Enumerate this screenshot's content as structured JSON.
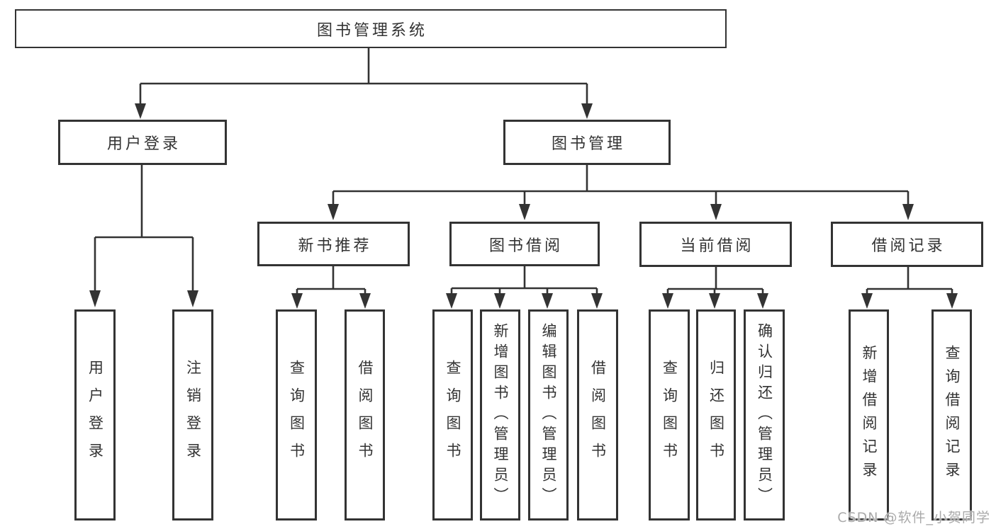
{
  "diagram_title": "图书管理系统",
  "colors": {
    "line": "#333333",
    "box_border": "#333333",
    "box_bg": "#ffffff",
    "text": "#333333",
    "watermark": "#aaaaaa"
  },
  "tree": {
    "root": {
      "label": "图书管理系统",
      "children": [
        {
          "label": "用户登录",
          "children": [
            {
              "label": "用户登录"
            },
            {
              "label": "注销登录"
            }
          ]
        },
        {
          "label": "图书管理",
          "children": [
            {
              "label": "新书推荐",
              "children": [
                {
                  "label": "查询图书"
                },
                {
                  "label": "借阅图书"
                }
              ]
            },
            {
              "label": "图书借阅",
              "children": [
                {
                  "label": "查询图书"
                },
                {
                  "label": "新增图书（管理员）"
                },
                {
                  "label": "编辑图书（管理员）"
                },
                {
                  "label": "借阅图书"
                }
              ]
            },
            {
              "label": "当前借阅",
              "children": [
                {
                  "label": "查询图书"
                },
                {
                  "label": "归还图书"
                },
                {
                  "label": "确认归还（管理员）"
                }
              ]
            },
            {
              "label": "借阅记录",
              "children": [
                {
                  "label": "新增借阅记录"
                },
                {
                  "label": "查询借阅记录"
                }
              ]
            }
          ]
        }
      ]
    }
  },
  "watermark": {
    "text": "CSDN @软件_小贺同学"
  }
}
